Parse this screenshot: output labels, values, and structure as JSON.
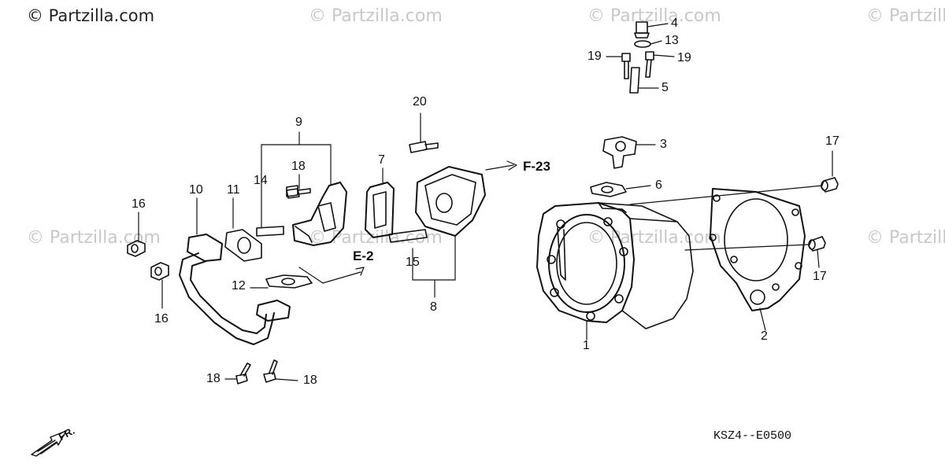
{
  "watermarks": {
    "main": "© Partzilla.com",
    "faint": "© Partzilla.com"
  },
  "callouts": {
    "c1": "1",
    "c2": "2",
    "c3": "3",
    "c4": "4",
    "c5": "5",
    "c6": "6",
    "c7": "7",
    "c8": "8",
    "c9": "9",
    "c10": "10",
    "c11": "11",
    "c12": "12",
    "c13": "13",
    "c14": "14",
    "c15": "15",
    "c16a": "16",
    "c16b": "16",
    "c17a": "17",
    "c17b": "17",
    "c18a": "18",
    "c18b": "18",
    "c18c": "18",
    "c19a": "19",
    "c19b": "19",
    "c20": "20"
  },
  "references": {
    "e2": "E-2",
    "f23": "F-23",
    "fr": "FR."
  },
  "diagram_code": "KSZ4--E0500",
  "colors": {
    "line": "#111111",
    "watermark": "#c8c8c8",
    "background": "#ffffff"
  }
}
